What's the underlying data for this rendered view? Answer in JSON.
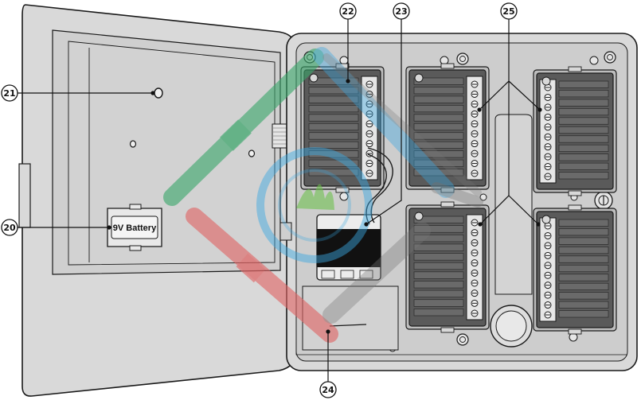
{
  "battery": {
    "label": "9V Battery"
  },
  "callouts": [
    {
      "id": "c21",
      "number": "21"
    },
    {
      "id": "c20",
      "number": "20"
    },
    {
      "id": "c22",
      "number": "22"
    },
    {
      "id": "c23",
      "number": "23"
    },
    {
      "id": "c24",
      "number": "24"
    },
    {
      "id": "c25",
      "number": "25"
    }
  ],
  "colors": {
    "enclosure": "#d9d9d9",
    "panel": "#c7c7c7",
    "module": "#5a5a5a",
    "terminal": "#e6e6e6",
    "outline": "#1a1a1a",
    "watermark_green": "#3aa66a",
    "watermark_blue": "#3aa7e0",
    "watermark_red": "#e06464",
    "watermark_grey": "#777777"
  }
}
